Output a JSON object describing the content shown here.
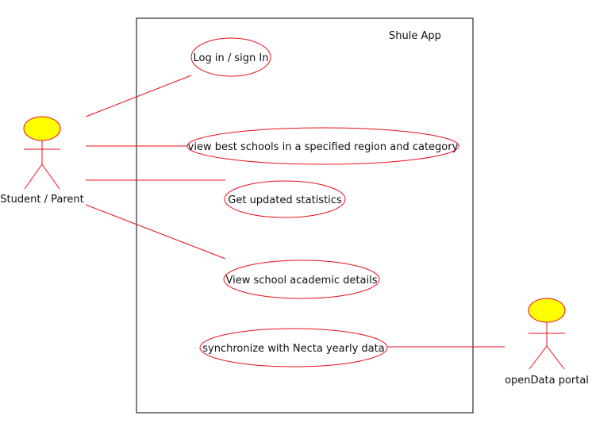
{
  "system": {
    "title": "Shule App"
  },
  "actors": {
    "primary": {
      "label": "Student / Parent"
    },
    "secondary": {
      "label": "openData portal"
    }
  },
  "use_cases": {
    "login": "Log in / sign In",
    "best_schools": "view best schools in a specified region and category",
    "statistics": "Get updated statistics",
    "academic_details": "View school academic details",
    "sync_necta": "synchronize with Necta yearly data"
  },
  "colors": {
    "line": "#e8101a",
    "actor_head": "#ffff00",
    "boundary": "#000000"
  }
}
